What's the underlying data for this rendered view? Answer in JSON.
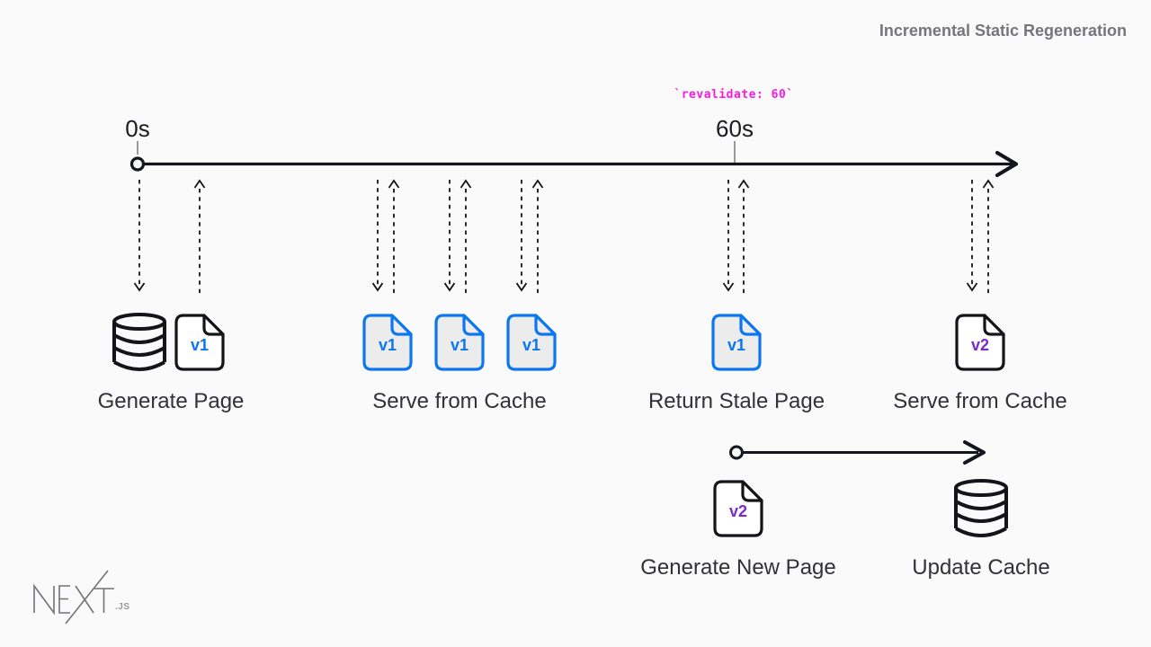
{
  "header": {
    "title": "Incremental Static Regeneration"
  },
  "annotation": {
    "code_text": "`revalidate: 60`",
    "color": "#f81ce5"
  },
  "timeline": {
    "start_tick_label": "0s",
    "end_tick_label": "60s"
  },
  "stages": [
    {
      "label": "Generate Page",
      "icons": [
        "database-icon",
        "page-file-icon"
      ],
      "files": [
        {
          "version": "v1",
          "variant": "fresh"
        }
      ]
    },
    {
      "label": "Serve from Cache",
      "icons": [
        "page-file-icon",
        "page-file-icon",
        "page-file-icon"
      ],
      "files": [
        {
          "version": "v1",
          "variant": "cached"
        },
        {
          "version": "v1",
          "variant": "cached"
        },
        {
          "version": "v1",
          "variant": "cached"
        }
      ]
    },
    {
      "label": "Return Stale Page",
      "icons": [
        "page-file-icon"
      ],
      "files": [
        {
          "version": "v1",
          "variant": "cached"
        }
      ]
    },
    {
      "label": "Serve from Cache",
      "icons": [
        "page-file-icon"
      ],
      "files": [
        {
          "version": "v2",
          "variant": "fresh"
        }
      ]
    }
  ],
  "regeneration": {
    "steps": [
      {
        "label": "Generate New Page",
        "icon": "page-file-icon",
        "file": {
          "version": "v2",
          "variant": "fresh"
        }
      },
      {
        "label": "Update Cache",
        "icon": "database-icon"
      }
    ]
  },
  "logo": {
    "brand": "NEXT",
    "suffix": ".JS"
  },
  "colors": {
    "background": "#fafafa",
    "line_dark": "#15161d",
    "blue": "#0b76ef",
    "purple": "#7a2bc9",
    "magenta": "#f81ce5",
    "cached_fill": "#ececec",
    "title_gray": "#76767a",
    "label_dark": "#313137"
  }
}
